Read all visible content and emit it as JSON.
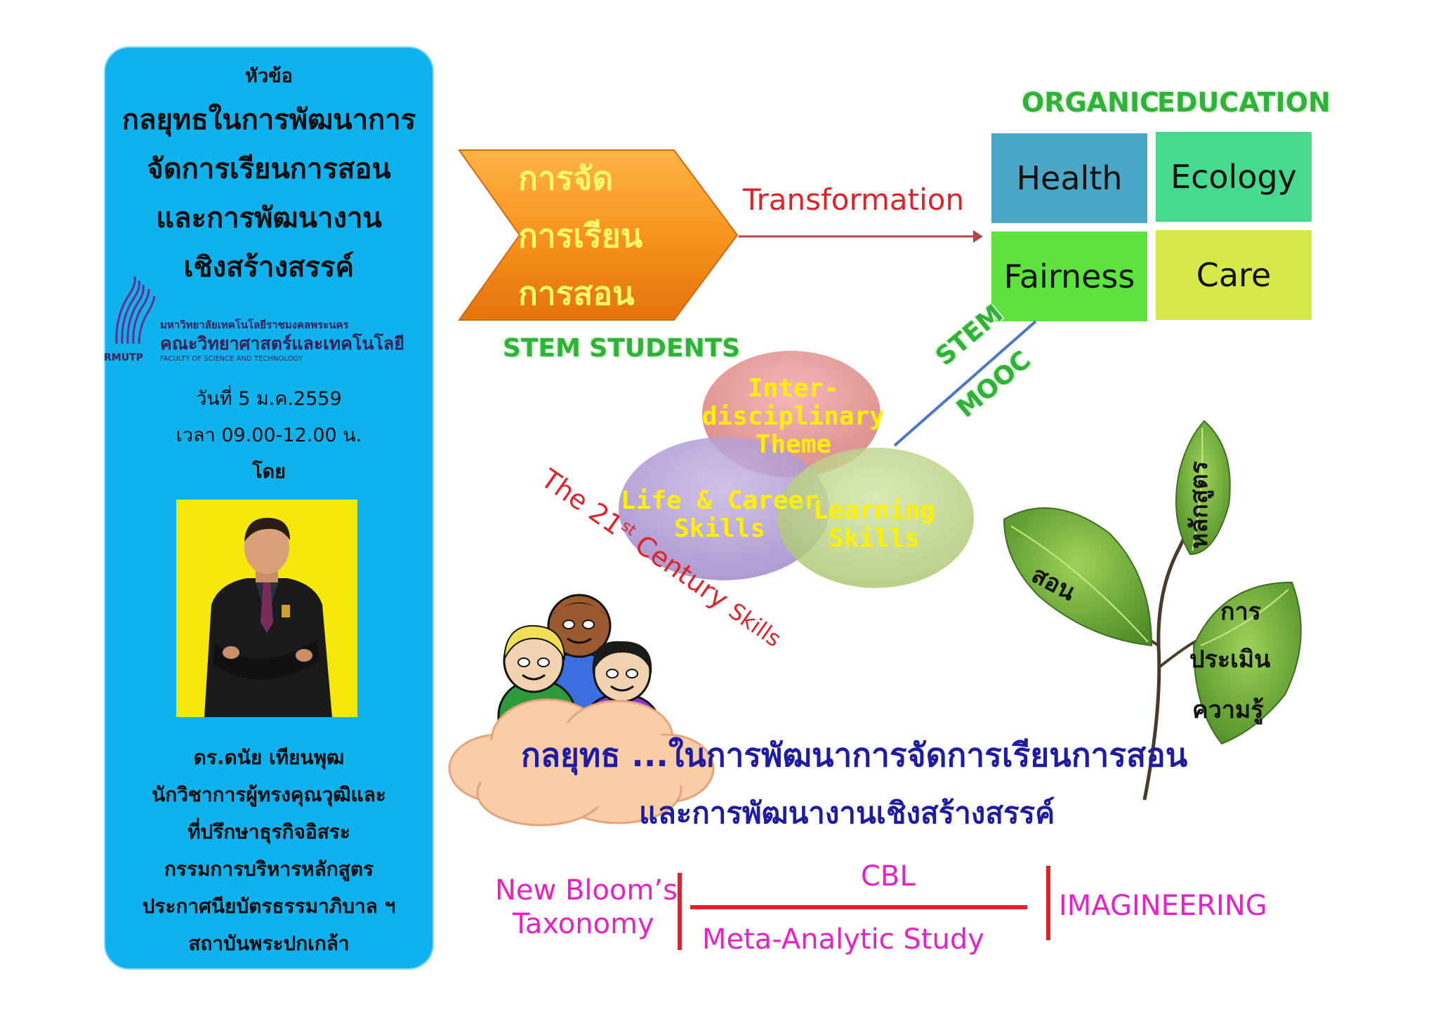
{
  "left_panel": {
    "heading": "หัวข้อ",
    "title_lines": [
      "กลยุทธในการพัฒนาการ",
      "จัดการเรียนการสอน",
      "และการพัฒนางาน",
      "เชิงสร้างสรรค์"
    ],
    "logo": {
      "university": "มหาวิทยาลัยเทคโนโลยีราชมงคลพระนคร",
      "faculty": "คณะวิทยาศาสตร์และเทคโนโลยี",
      "faculty_en": "FACULTY OF SCIENCE AND TECHNOLOGY",
      "abbr": "RMUTP"
    },
    "date": "วันที่ 5 ม.ค.2559",
    "time": "เวลา 09.00-12.00 น.",
    "by": "โดย",
    "bio_lines": [
      "ดร.ดนัย   เทียนพุฒ",
      "นักวิชาการผู้ทรงคุณวุฒิและ",
      "ที่ปรึกษาธุรกิจอิสระ",
      "กรรมการบริหารหลักสูตร",
      "ประกาศนียบัตรธรรมาภิบาล ฯ",
      "สถาบันพระปกเกล้า"
    ]
  },
  "chevron": {
    "lines": [
      "การจัด",
      "การเรียน",
      "การสอน"
    ]
  },
  "stem_students": "STEM STUDENTS",
  "transformation": "Transformation",
  "organic": {
    "left": "ORGANIC",
    "right": "EDUCATION"
  },
  "boxes": [
    {
      "label": "Health",
      "color": "#4aa7c6"
    },
    {
      "label": "Ecology",
      "color": "#47d98e"
    },
    {
      "label": "Fairness",
      "color": "#5ee33e"
    },
    {
      "label": "Care",
      "color": "#d6e84a"
    }
  ],
  "stem_mooc": {
    "line1": "STEM",
    "line2": "MOOC"
  },
  "venn": {
    "top": [
      "Inter-",
      "disciplinary",
      "Theme"
    ],
    "left": [
      "Life & Career",
      "Skills"
    ],
    "right": [
      "Learning",
      "Skills"
    ]
  },
  "century": {
    "prefix": "The 21",
    "sup": "st",
    "middle": " Century ",
    "suffix": "Skills"
  },
  "leaf": {
    "labels": [
      "สอน",
      "หลักสูตร",
      "การ",
      "ประเมิน",
      "ความรู้"
    ]
  },
  "strategy": {
    "line1": "กลยุทธ ...ในการพัฒนาการจัดการเรียนการสอน",
    "line2": "และการพัฒนางานเชิงสร้างสรรค์"
  },
  "bottom": {
    "new_bloom": "New Bloom’s",
    "taxonomy": "Taxonomy",
    "cbl": "CBL",
    "meta": "Meta-Analytic Study",
    "imagineering": "IMAGINEERING"
  },
  "colors": {
    "panel_blue": "#10b2ee",
    "chevron_orange": "#f7941d",
    "accent_red": "#e0232a",
    "magenta": "#e621c8",
    "navy_text": "#1d1ca3"
  }
}
